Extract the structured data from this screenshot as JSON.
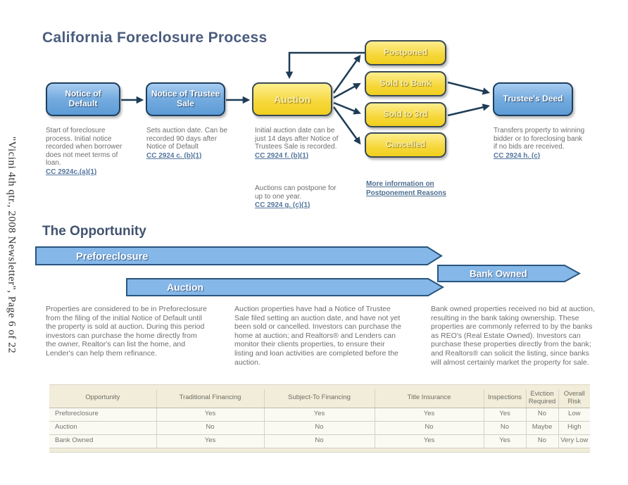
{
  "page": {
    "citation": "\"Vicini 4th qtr., 2008 Newsletter\", Page 6 of 22"
  },
  "process": {
    "title": "California Foreclosure Process",
    "boxes": {
      "notice_default": "Notice of Default",
      "notice_trustee": "Notice of Trustee Sale",
      "auction": "Auction",
      "postponed": "Postponed",
      "sold_bank": "Sold to Bank",
      "sold_3rd": "Sold to 3rd",
      "cancelled": "Cancelled",
      "trustee_deed": "Trustee's Deed"
    },
    "notes": {
      "default_text": "Start of foreclosure process. Initial notice recorded when borrower does not meet terms of loan.",
      "default_cite": "CC 2924c.(a)(1)",
      "trustee_text": "Sets auction date. Can be recorded 90 days after Notice of Default",
      "trustee_cite": "CC 2924 c. (b)(1)",
      "auction_text1": "Initial auction date can be just 14 days after Notice of Trustees Sale is recorded.",
      "auction_cite1": "CC 2924 f. (b)(1)",
      "auction_text2": "Auctions can postpone for up to one year.",
      "auction_cite2": "CC 2924 g. (c)(1)",
      "more_info_link": "More information on Postponement Reasons",
      "deed_text": "Transfers property to winning bidder or to foreclosing bank if no bids are received.",
      "deed_cite": "CC 2924 h. (c)"
    }
  },
  "opportunity": {
    "title": "The Opportunity",
    "bars": {
      "preforeclosure": "Preforeclosure",
      "auction": "Auction",
      "bank_owned": "Bank Owned"
    },
    "paragraphs": {
      "preforeclosure": "Properties are considered to be in Preforeclosure from the filing of the initial Notice of Default until the property is sold at auction. During this period investors can purchase the home directly from the owner, Realtor's can list the home, and Lender's can help them refinance.",
      "auction": "Auction properties have had a Notice of Trustee Sale filed setting an auction date, and have not yet been sold or cancelled. Investors can purchase the home at auction; and Realtors® and Lenders can monitor their clients properties, to ensure their listing and loan activities are completed before the auction.",
      "bank_owned": "Bank owned properties received no bid at auction, resulting in the bank taking ownership. These properties are commonly referred to by the banks as REO's (Real Estate Owned). Investors can purchase these properties directly from the bank; and Realtors® can solicit the listing, since banks will almost certainly market the property for sale."
    }
  },
  "table": {
    "headers": [
      "Opportunity",
      "Traditional Financing",
      "Subject-To Financing",
      "Title Insurance",
      "Inspections",
      "Eviction Required",
      "Overall Risk"
    ],
    "rows": [
      [
        "Preforeclosure",
        "Yes",
        "Yes",
        "Yes",
        "Yes",
        "No",
        "Low"
      ],
      [
        "Auction",
        "No",
        "No",
        "No",
        "No",
        "Maybe",
        "High"
      ],
      [
        "Bank Owned",
        "Yes",
        "No",
        "Yes",
        "Yes",
        "No",
        "Very Low"
      ]
    ]
  },
  "colors": {
    "accent_blue": "#74abdf",
    "accent_yellow": "#f5d62e",
    "arrow": "#1e3c55",
    "link": "#55779e",
    "heading": "#4a5c7e",
    "table_header_bg": "#f1edda"
  }
}
